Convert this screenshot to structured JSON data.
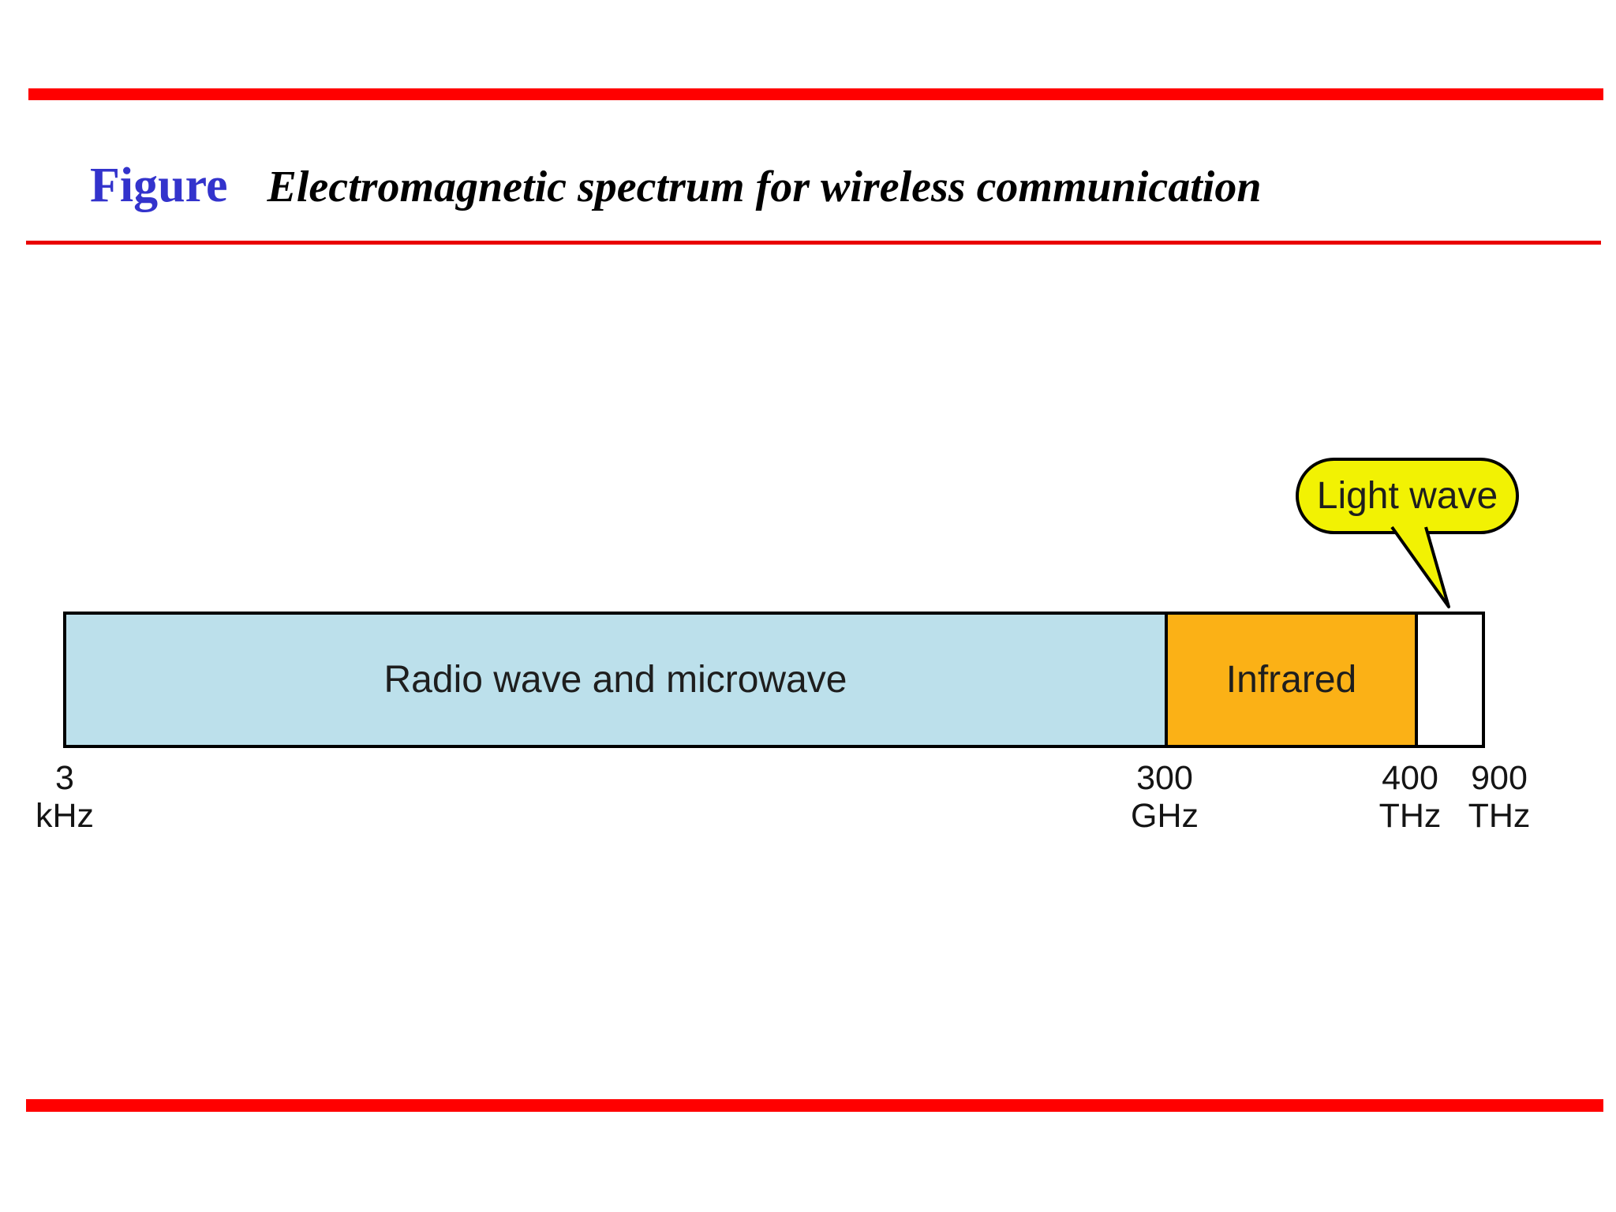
{
  "header": {
    "figure_label": "Figure",
    "caption": "Electromagnetic spectrum for wireless communication"
  },
  "diagram": {
    "title": "Electromagnetic spectrum for wireless communication",
    "segments": [
      {
        "label": "Radio wave and microwave",
        "range_start": "3 kHz",
        "range_end": "300 GHz",
        "color": "#bce0eb"
      },
      {
        "label": "Infrared",
        "range_start": "300 GHz",
        "range_end": "400 THz",
        "color": "#fbb116"
      },
      {
        "label": "",
        "range_start": "400 THz",
        "range_end": "900 THz",
        "color": "#ffffff"
      }
    ],
    "ticks": [
      {
        "value": "3",
        "unit": "kHz"
      },
      {
        "value": "300",
        "unit": "GHz"
      },
      {
        "value": "400",
        "unit": "THz"
      },
      {
        "value": "900",
        "unit": "THz"
      }
    ],
    "callout": {
      "label": "Light wave",
      "points_to": "900 THz segment"
    }
  },
  "colors": {
    "rule_red": "#ff0000",
    "title_blue": "#3333cc",
    "segment_blue": "#bce0eb",
    "segment_orange": "#fbb116",
    "callout_yellow": "#f2f203"
  }
}
